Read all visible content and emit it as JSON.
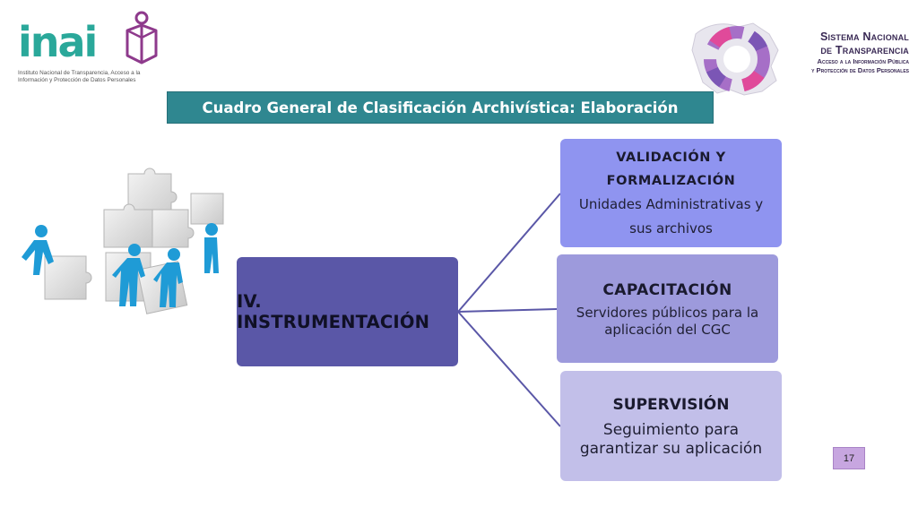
{
  "header": {
    "inai_logo": {
      "wordmark": "inai",
      "caption_line1": "Instituto Nacional de Transparencia, Acceso a la",
      "caption_line2": "Información y Protección de Datos Personales"
    },
    "snt_logo": {
      "title_line1": "Sistema Nacional",
      "title_line2": "de Transparencia",
      "subtitle_line1": "Acceso a la Información Pública",
      "subtitle_line2": "y Protección de Datos Personales"
    }
  },
  "title": "Cuadro General de Clasificación Archivística: Elaboración",
  "diagram": {
    "main": "IV. INSTRUMENTACIÓN",
    "branches": [
      {
        "title_line1": "VALIDACIÓN Y",
        "title_line2": "FORMALIZACIÓN",
        "desc_line1": "Unidades Administrativas y",
        "desc_line2": "sus archivos"
      },
      {
        "title": "CAPACITACIÓN",
        "desc_line1": "Servidores públicos para la",
        "desc_line2": "aplicación del CGC"
      },
      {
        "title": "SUPERVISIÓN",
        "desc_line1": "Seguimiento para",
        "desc_line2": "garantizar su aplicación"
      }
    ]
  },
  "slide_number": "17",
  "colors": {
    "teal_banner": "#2f8790",
    "main_box": "#5a57a7",
    "branch_1": "#8f94f0",
    "branch_2": "#9d9adc",
    "branch_3": "#c2bfe9",
    "inai_teal": "#2aa89a",
    "inai_purple": "#8e3a8c"
  }
}
